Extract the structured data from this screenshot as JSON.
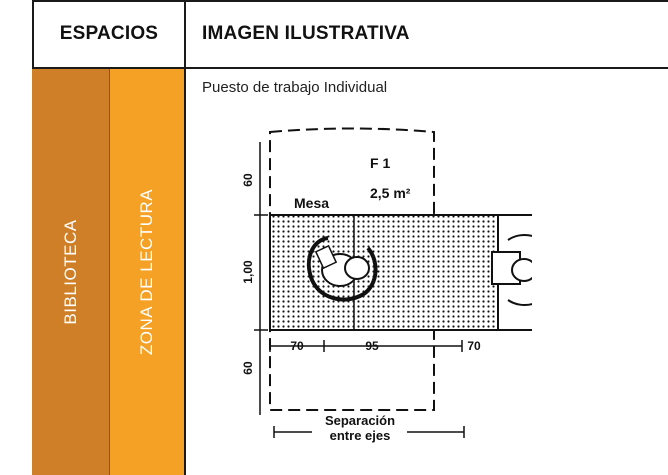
{
  "header": {
    "espacios_label": "ESPACIOS",
    "imagen_label": "IMAGEN ILUSTRATIVA"
  },
  "colors": {
    "biblioteca_bg": "#cf7f28",
    "zona_bg": "#f4a125"
  },
  "row": {
    "space": "BIBLIOTECA",
    "zone": "ZONA DE LECTURA",
    "image_title": "Puesto de trabajo Individual"
  },
  "drawing": {
    "area_code": "F 1",
    "area_value": "2,5 m²",
    "table_label": "Mesa",
    "dim_top": "60",
    "dim_middle": "1,00",
    "dim_bottom": "60",
    "dim_left": "70",
    "dim_center": "95",
    "dim_right": "70",
    "separation_line1": "Separación",
    "separation_line2": "entre ejes"
  }
}
